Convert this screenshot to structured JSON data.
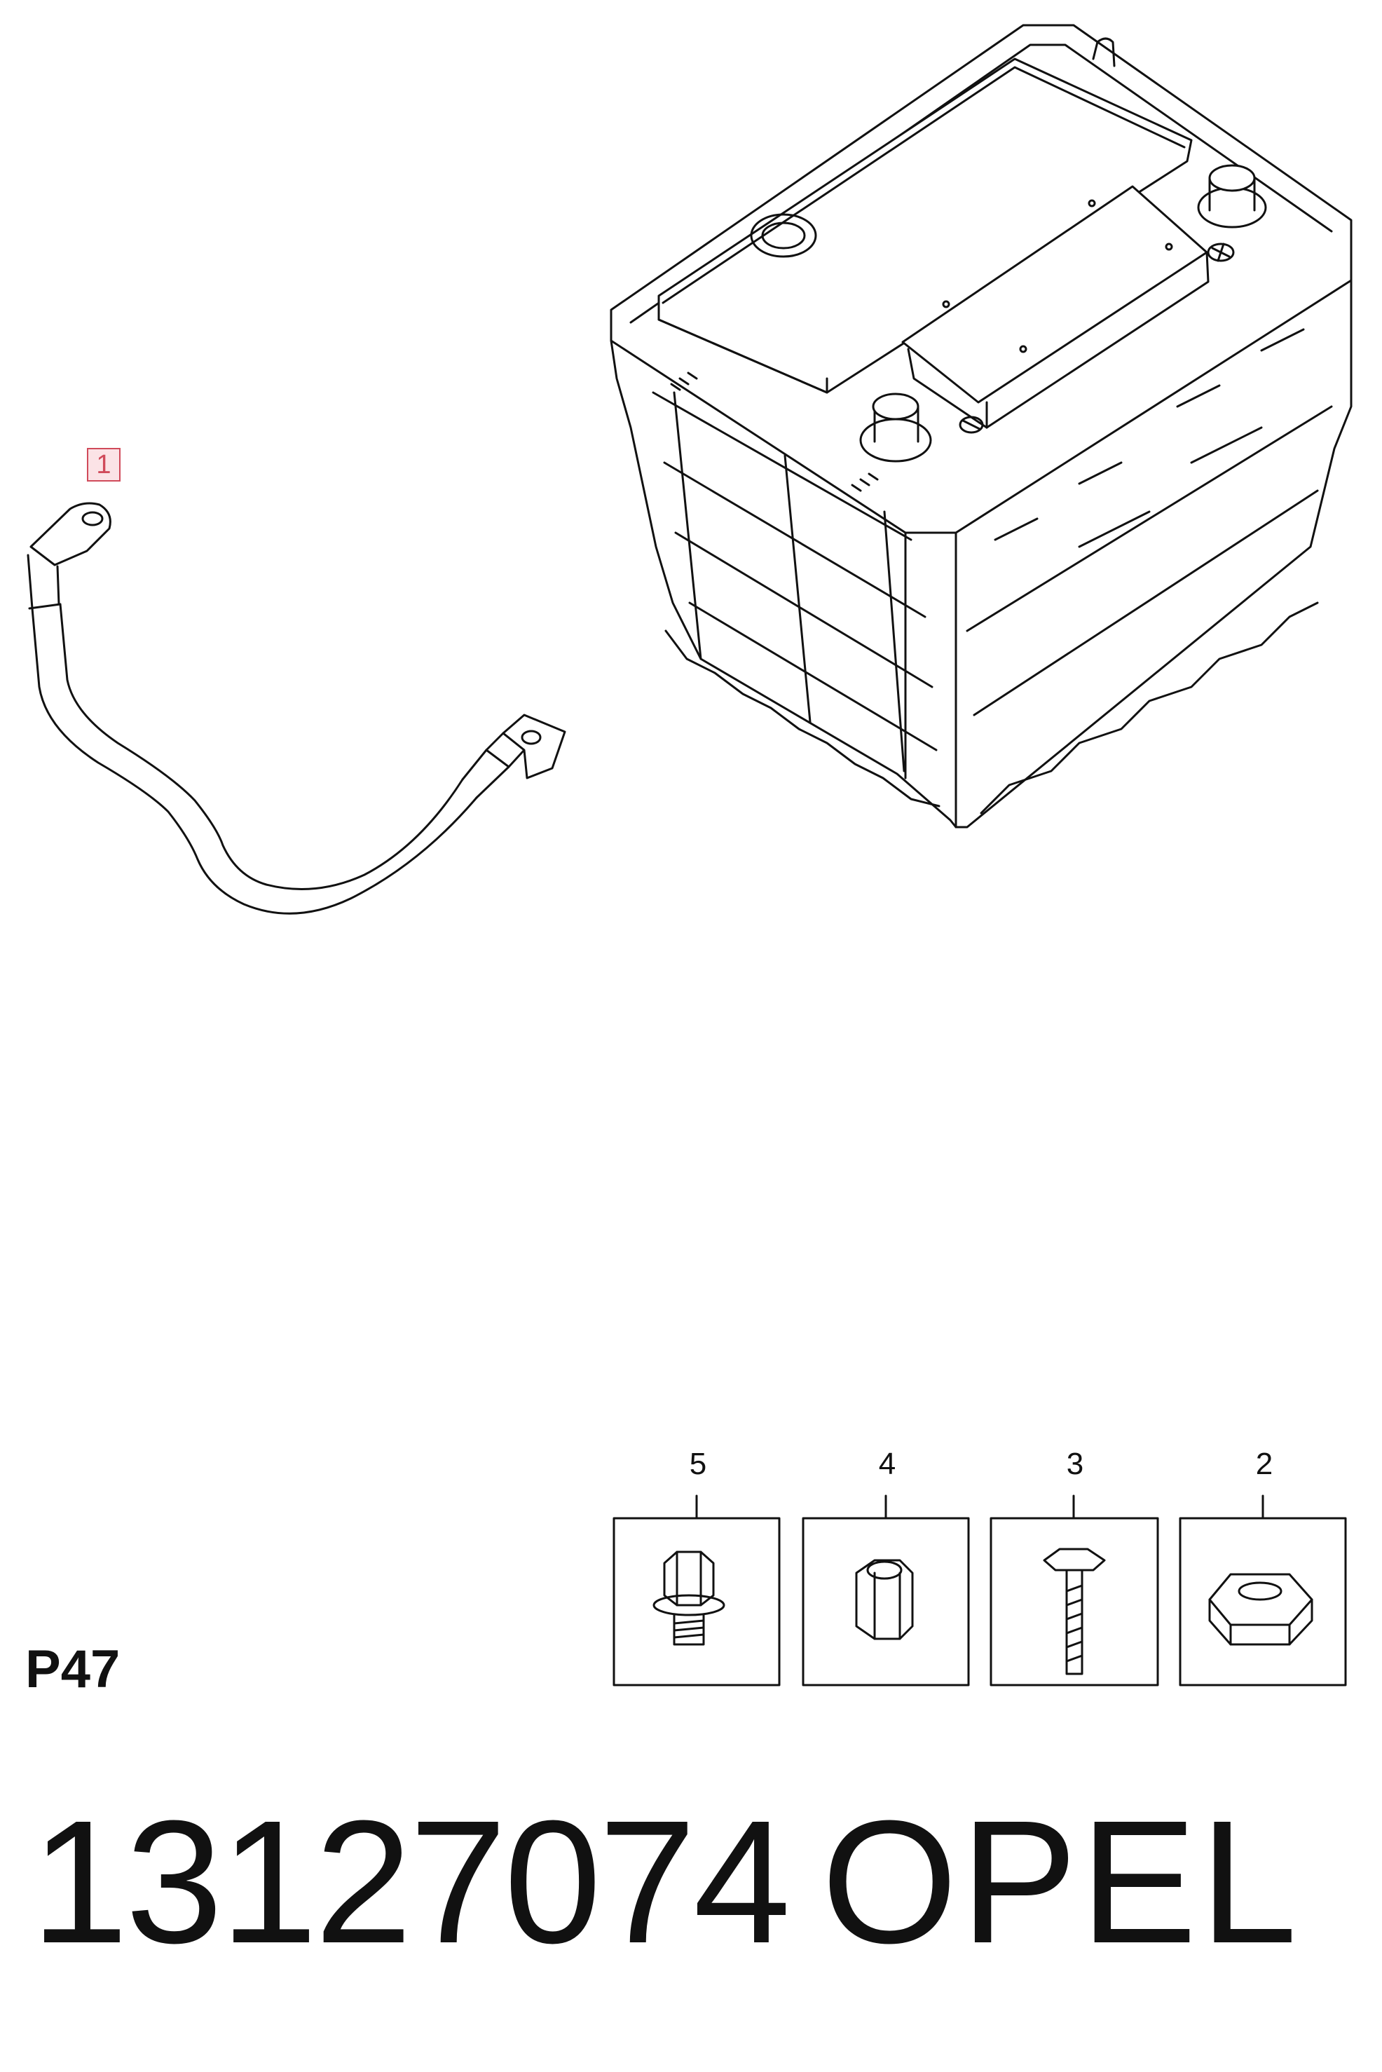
{
  "callouts": {
    "item1": "1",
    "item2": "2",
    "item3": "3",
    "item4": "4",
    "item5": "5"
  },
  "page_code": "P47",
  "part_number": "13127074",
  "brand": "OPEL",
  "colors": {
    "line": "#111111",
    "highlight_border": "#d04a5a",
    "highlight_fill": "#fbe3e6"
  }
}
